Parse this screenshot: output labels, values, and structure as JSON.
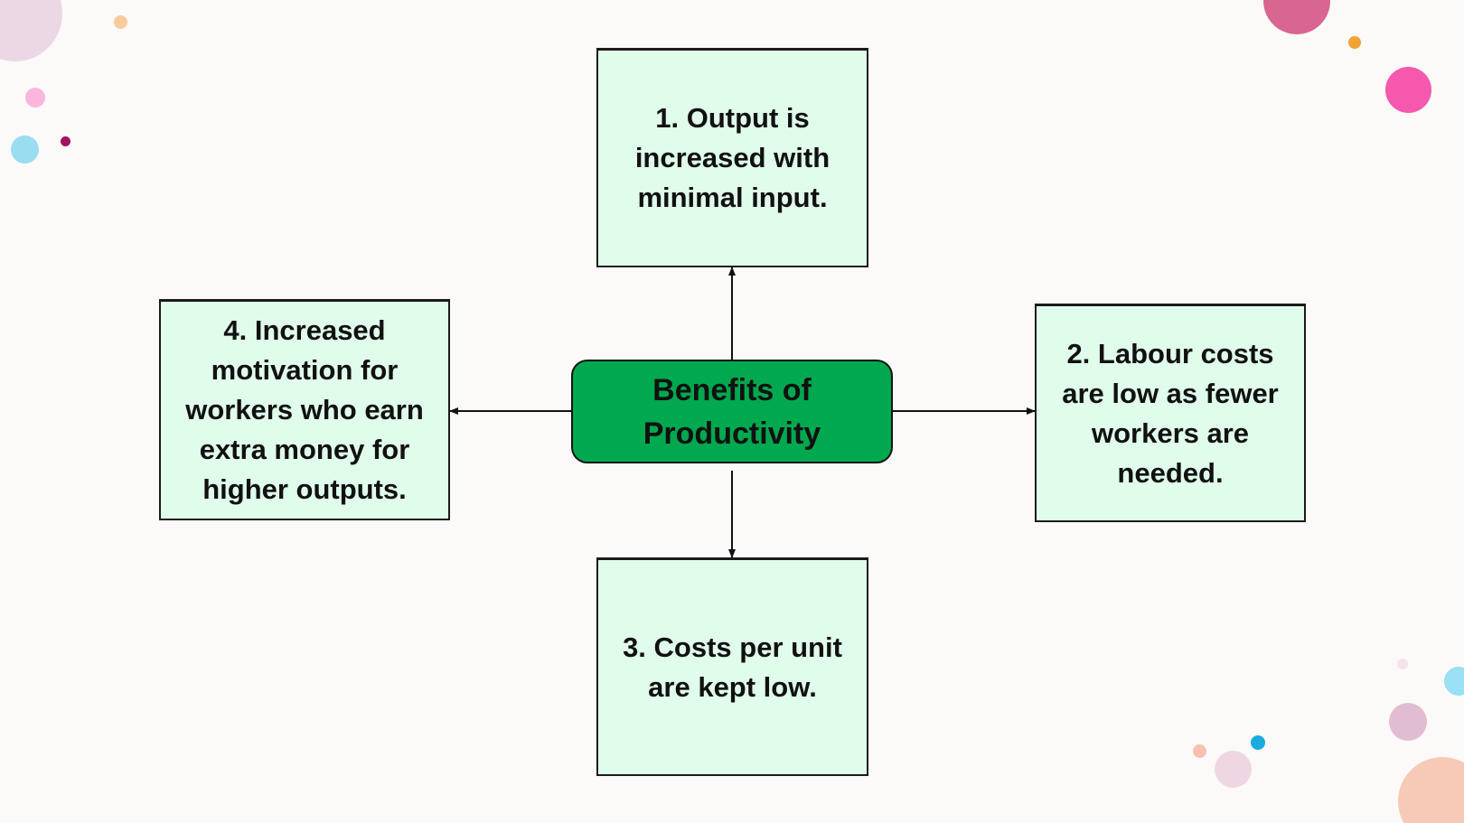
{
  "diagram": {
    "center": {
      "label": "Benefits of Productivity"
    },
    "nodes": [
      {
        "id": "top",
        "label": "1. Output is increased with minimal input."
      },
      {
        "id": "right",
        "label": "2. Labour costs are low as fewer workers are needed."
      },
      {
        "id": "bottom",
        "label": "3. Costs per unit are kept low."
      },
      {
        "id": "left",
        "label": "4. Increased motivation for workers who earn extra money for higher outputs."
      }
    ],
    "edges": [
      {
        "from": "center",
        "to": "top"
      },
      {
        "from": "center",
        "to": "right"
      },
      {
        "from": "center",
        "to": "bottom"
      },
      {
        "from": "center",
        "to": "left"
      }
    ]
  },
  "colors": {
    "background": "#fbfaf9",
    "box_fill": "#e0fdeb",
    "center_fill": "#00a84f",
    "outline": "#111111"
  }
}
